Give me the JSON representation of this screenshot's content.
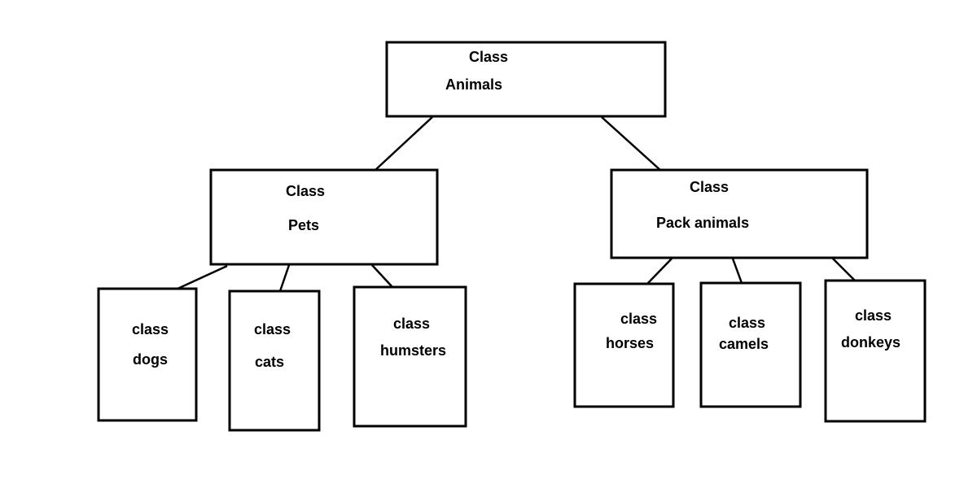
{
  "diagram": {
    "type": "class-hierarchy",
    "root": {
      "line1": "Class",
      "line2": "Animals"
    },
    "pets": {
      "line1": "Class",
      "line2": "Pets"
    },
    "pack": {
      "line1": "Class",
      "line2": "Pack animals"
    },
    "dogs": {
      "line1": "class",
      "line2": "dogs"
    },
    "cats": {
      "line1": "class",
      "line2": "cats"
    },
    "humsters": {
      "line1": "class",
      "line2": "humsters"
    },
    "horses": {
      "line1": "class",
      "line2": "horses"
    },
    "camels": {
      "line1": "class",
      "line2": "camels"
    },
    "donkeys": {
      "line1": "class",
      "line2": "donkeys"
    },
    "edges": [
      {
        "from": "Animals",
        "to": "Pets"
      },
      {
        "from": "Animals",
        "to": "Pack animals"
      },
      {
        "from": "Pets",
        "to": "dogs"
      },
      {
        "from": "Pets",
        "to": "cats"
      },
      {
        "from": "Pets",
        "to": "humsters"
      },
      {
        "from": "Pack animals",
        "to": "horses"
      },
      {
        "from": "Pack animals",
        "to": "camels"
      },
      {
        "from": "Pack animals",
        "to": "donkeys"
      }
    ]
  },
  "colors": {
    "background": "#ffffff",
    "stroke": "#000000",
    "text": "#000000"
  }
}
